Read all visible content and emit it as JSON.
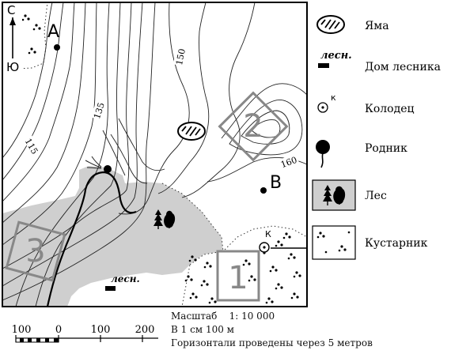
{
  "map": {
    "compass": {
      "north": "С",
      "south": "Ю"
    },
    "points": {
      "a": "А",
      "b": "В"
    },
    "contour_labels": [
      "115",
      "135",
      "150",
      "160"
    ],
    "well_letter": "К",
    "forester_house_label": "лесн.",
    "areas": [
      "1",
      "2",
      "3"
    ]
  },
  "legend": {
    "items": [
      {
        "label": "Яма",
        "icon": "pit-icon"
      },
      {
        "label": "Дом лесника",
        "sample": "лесн.",
        "icon": "forester-house-icon"
      },
      {
        "label": "Колодец",
        "sample": "к",
        "icon": "well-icon"
      },
      {
        "label": "Родник",
        "icon": "spring-icon"
      },
      {
        "label": "Лес",
        "icon": "forest-icon"
      },
      {
        "label": "Кустарник",
        "icon": "shrub-icon"
      }
    ]
  },
  "scale": {
    "ticks": [
      "100",
      "0",
      "100",
      "200"
    ],
    "title": "Масштаб",
    "ratio": "1: 10 000",
    "per_cm": "В 1 см 100 м",
    "contour_note": "Горизонтали проведены через 5 метров"
  }
}
